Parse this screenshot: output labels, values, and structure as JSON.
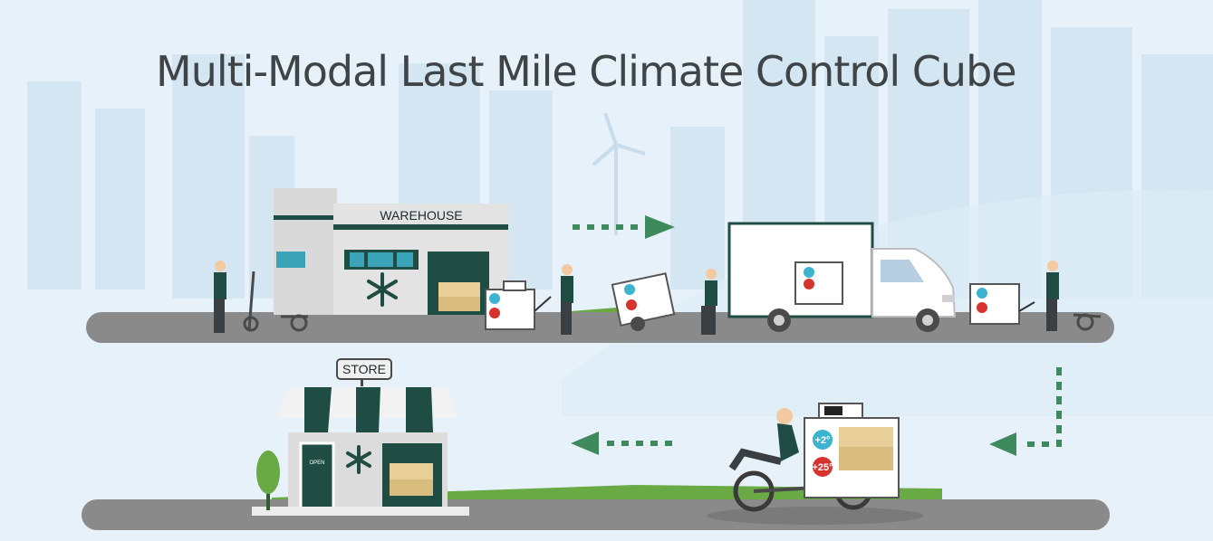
{
  "title": "Multi-Modal Last Mile Climate Control Cube",
  "labels": {
    "warehouse": "WAREHOUSE",
    "store": "STORE",
    "open_sign": "OPEN",
    "temp_cold": "+2°",
    "temp_warm": "+25°"
  },
  "colors": {
    "background": "#e6f1fa",
    "road": "#8a8a8a",
    "grass": "#6aaa45",
    "arrow": "#3f8a5c",
    "accent_dark_green": "#1f4d43",
    "cold_badge": "#3bb3d1",
    "warm_badge": "#d6332f"
  },
  "icons": [
    "snowflake-icon",
    "wind-turbine-icon",
    "tree-icon",
    "arrow-right-icon",
    "arrow-left-icon",
    "arrow-down-left-icon"
  ]
}
